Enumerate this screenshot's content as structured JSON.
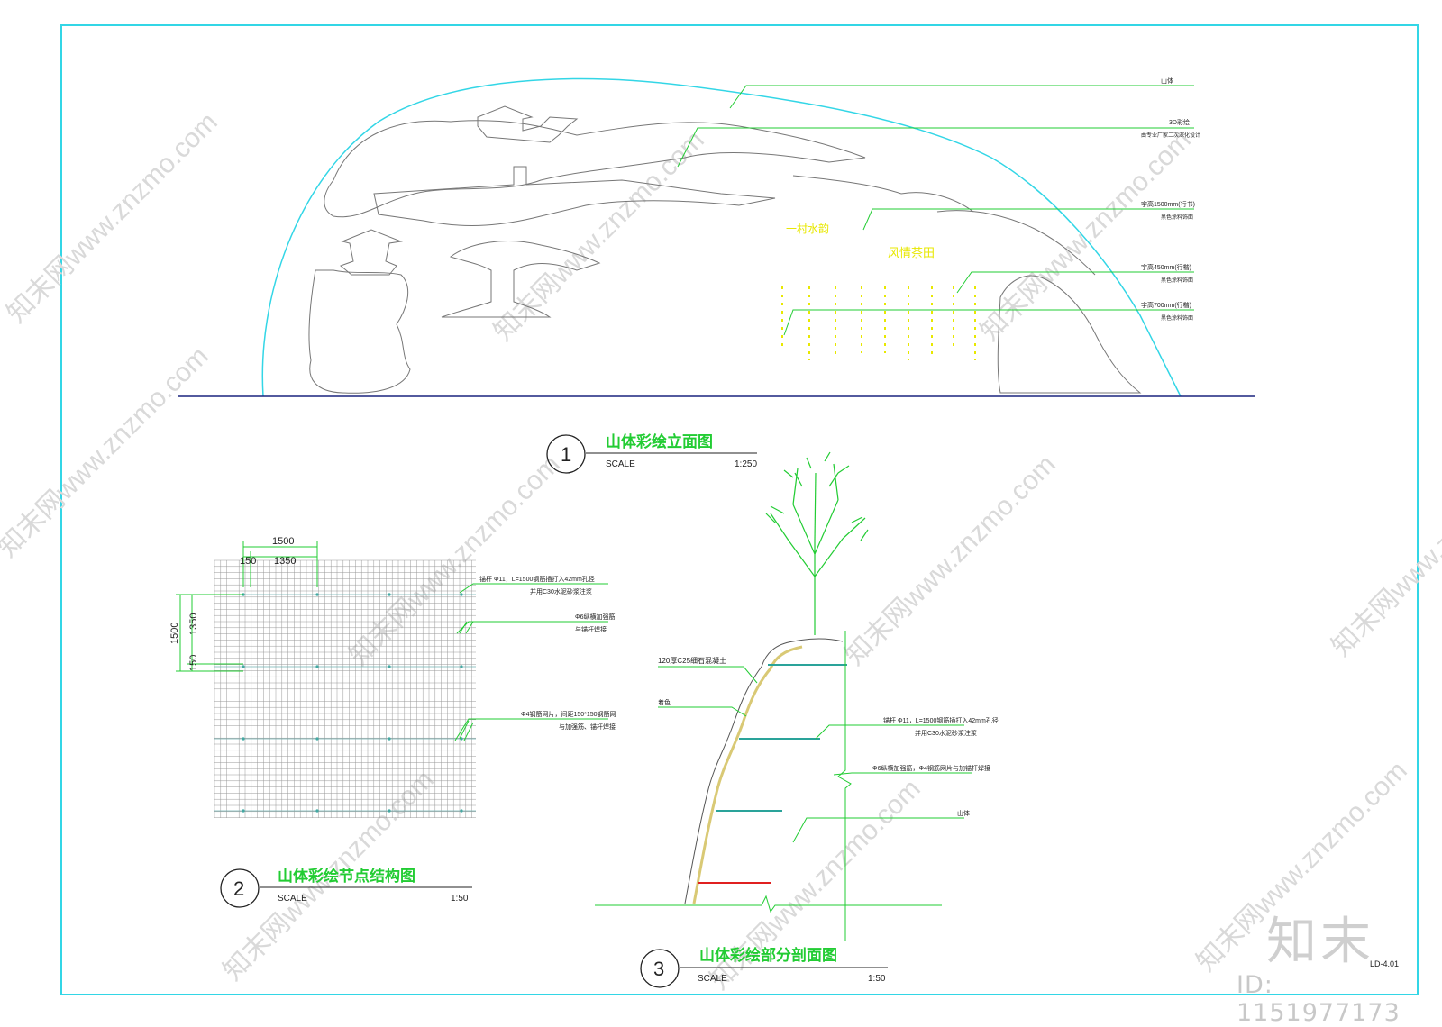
{
  "elevation": {
    "number": "1",
    "title": "山体彩绘立面图",
    "scale_label": "SCALE",
    "scale_value": "1:250",
    "text_label_1": "一村水韵",
    "text_label_2": "风情茶田",
    "callouts": [
      {
        "line1": "山体",
        "line2": ""
      },
      {
        "line1": "3D彩绘",
        "line2": "由专业厂家二次深化设计"
      },
      {
        "line1": "字高1500mm(行书)",
        "line2": "黑色涂料饰面"
      },
      {
        "line1": "字高450mm(行楷)",
        "line2": "黑色涂料饰面"
      },
      {
        "line1": "字高700mm(行楷)",
        "line2": "黑色涂料饰面"
      }
    ]
  },
  "node": {
    "number": "2",
    "title": "山体彩绘节点结构图",
    "scale_label": "SCALE",
    "scale_value": "1:50",
    "dims": {
      "top_total": "1500",
      "top_a": "150",
      "top_b": "1350",
      "left_total": "1500",
      "left_a": "1350",
      "left_b": "150"
    },
    "callouts": [
      {
        "line1": "锚杆 Φ11，L=1500钢筋插打入42mm孔径",
        "line2": "并用C30水泥砂浆注浆"
      },
      {
        "line1": "Φ6纵横加强筋",
        "line2": "与锚杆焊接"
      },
      {
        "line1": "Φ4钢筋网片，间距150*150钢筋网",
        "line2": "与加强筋、锚杆焊接"
      }
    ]
  },
  "section": {
    "number": "3",
    "title": "山体彩绘部分剖面图",
    "scale_label": "SCALE",
    "scale_value": "1:50",
    "left_labels": [
      "120厚C25细石混凝土",
      "着色"
    ],
    "callouts": [
      {
        "line1": "锚杆 Φ11，L=1500钢筋插打入42mm孔径",
        "line2": "并用C30水泥砂浆注浆"
      },
      {
        "line1": "Φ6纵横加强筋，Φ4钢筋网片与加锚杆焊接",
        "line2": ""
      },
      {
        "line1": "山体",
        "line2": ""
      }
    ]
  },
  "drawing_no": "LD-4.01",
  "watermark": {
    "text": "知末网www.znzmo.com",
    "logo": "知末",
    "id": "ID: 1151977173"
  },
  "colors": {
    "frame": "#33d6e6",
    "callout": "#22cc33",
    "text_yellow": "#e8e800",
    "ground": "#1a237e",
    "outline": "#666666"
  }
}
